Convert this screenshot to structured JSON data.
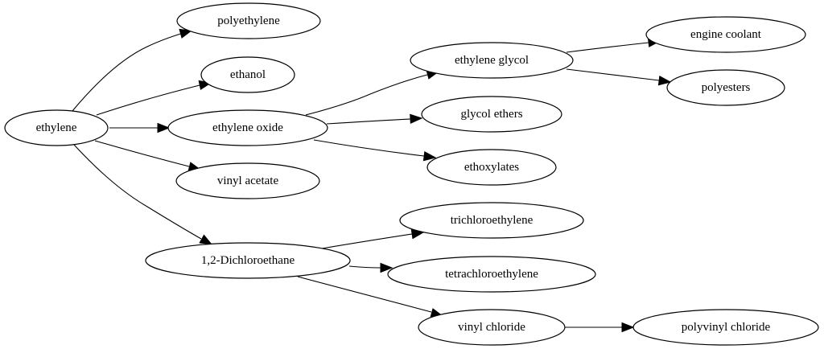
{
  "diagram": {
    "type": "directed-graph",
    "nodes": [
      {
        "id": "ethylene",
        "label": "ethylene"
      },
      {
        "id": "polyethylene",
        "label": "polyethylene"
      },
      {
        "id": "ethanol",
        "label": "ethanol"
      },
      {
        "id": "ethylene_oxide",
        "label": "ethylene oxide"
      },
      {
        "id": "vinyl_acetate",
        "label": "vinyl acetate"
      },
      {
        "id": "dichloroethane",
        "label": "1,2-Dichloroethane"
      },
      {
        "id": "ethylene_glycol",
        "label": "ethylene glycol"
      },
      {
        "id": "glycol_ethers",
        "label": "glycol ethers"
      },
      {
        "id": "ethoxylates",
        "label": "ethoxylates"
      },
      {
        "id": "trichloroethylene",
        "label": "trichloroethylene"
      },
      {
        "id": "tetrachloroethylene",
        "label": "tetrachloroethylene"
      },
      {
        "id": "vinyl_chloride",
        "label": "vinyl chloride"
      },
      {
        "id": "engine_coolant",
        "label": "engine coolant"
      },
      {
        "id": "polyesters",
        "label": "polyesters"
      },
      {
        "id": "polyvinyl_chloride",
        "label": "polyvinyl chloride"
      }
    ],
    "edges": [
      {
        "from": "ethylene",
        "to": "polyethylene"
      },
      {
        "from": "ethylene",
        "to": "ethanol"
      },
      {
        "from": "ethylene",
        "to": "ethylene_oxide"
      },
      {
        "from": "ethylene",
        "to": "vinyl_acetate"
      },
      {
        "from": "ethylene",
        "to": "dichloroethane"
      },
      {
        "from": "ethylene_oxide",
        "to": "ethylene_glycol"
      },
      {
        "from": "ethylene_oxide",
        "to": "glycol_ethers"
      },
      {
        "from": "ethylene_oxide",
        "to": "ethoxylates"
      },
      {
        "from": "ethylene_glycol",
        "to": "engine_coolant"
      },
      {
        "from": "ethylene_glycol",
        "to": "polyesters"
      },
      {
        "from": "dichloroethane",
        "to": "trichloroethylene"
      },
      {
        "from": "dichloroethane",
        "to": "tetrachloroethylene"
      },
      {
        "from": "dichloroethane",
        "to": "vinyl_chloride"
      },
      {
        "from": "vinyl_chloride",
        "to": "polyvinyl_chloride"
      }
    ]
  }
}
